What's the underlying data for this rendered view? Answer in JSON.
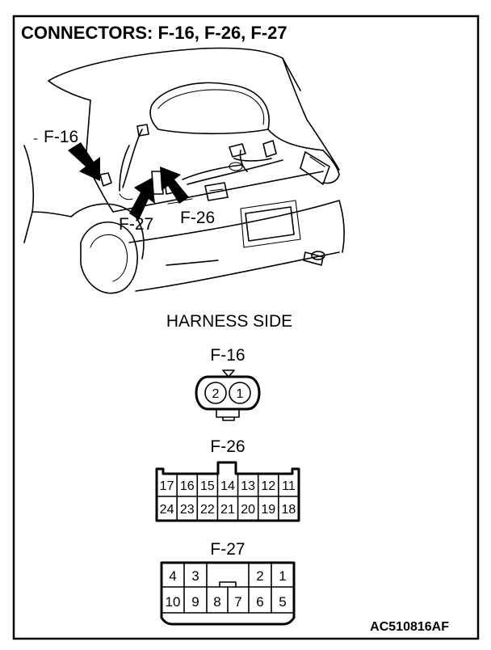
{
  "title": "CONNECTORS: F-16, F-26, F-27",
  "callouts": {
    "f16": "F-16",
    "f27": "F-27",
    "f26": "F-26"
  },
  "harness_side": "HARNESS SIDE",
  "connectors": {
    "f16": {
      "label": "F-16",
      "pins": [
        "2",
        "1"
      ]
    },
    "f26": {
      "label": "F-26",
      "top_row": [
        "17",
        "16",
        "15",
        "14",
        "13",
        "12",
        "11"
      ],
      "bottom_row": [
        "24",
        "23",
        "22",
        "21",
        "20",
        "19",
        "18"
      ]
    },
    "f27": {
      "label": "F-27",
      "top_left": [
        "4",
        "3"
      ],
      "top_right": [
        "2",
        "1"
      ],
      "bottom_row": [
        "10",
        "9",
        "8",
        "7",
        "6",
        "5"
      ]
    }
  },
  "figure_code": "AC510816AF"
}
